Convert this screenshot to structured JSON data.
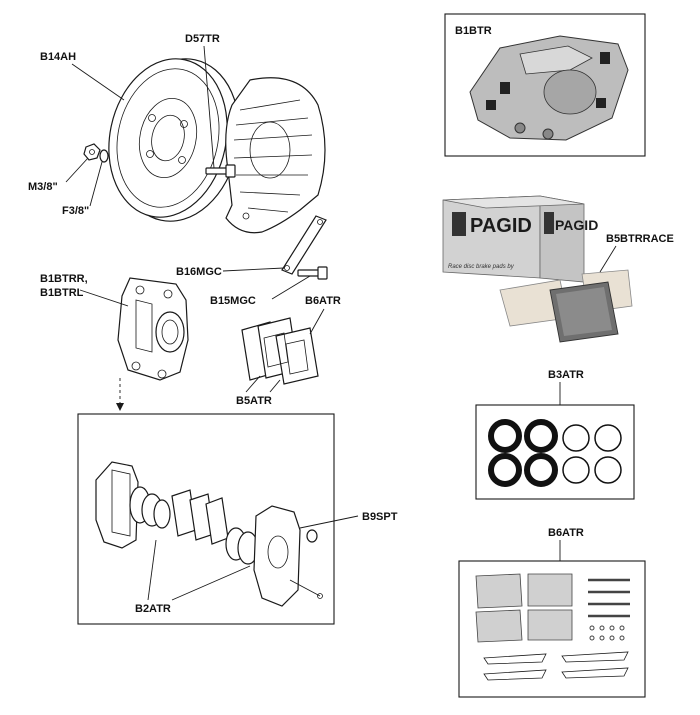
{
  "labels": {
    "b14ah": "B14AH",
    "d57tr": "D57TR",
    "m3_8": "M3/8\"",
    "f3_8": "F3/8\"",
    "b1btrr": "B1BTRR,",
    "b1btrl": "B1BTRL",
    "b16mgc": "B16MGC",
    "b15mgc": "B15MGC",
    "b6atr_pads": "B6ATR",
    "b5atr": "B5ATR",
    "b9spt": "B9SPT",
    "b2atr": "B2ATR",
    "b1btr": "B1BTR",
    "b5btrrace": "B5BTRRACE",
    "b3atr": "B3ATR",
    "b6atr_kit": "B6ATR"
  },
  "pagid": {
    "brand": "PAGID",
    "tagline": "Race disc brake pads by"
  }
}
